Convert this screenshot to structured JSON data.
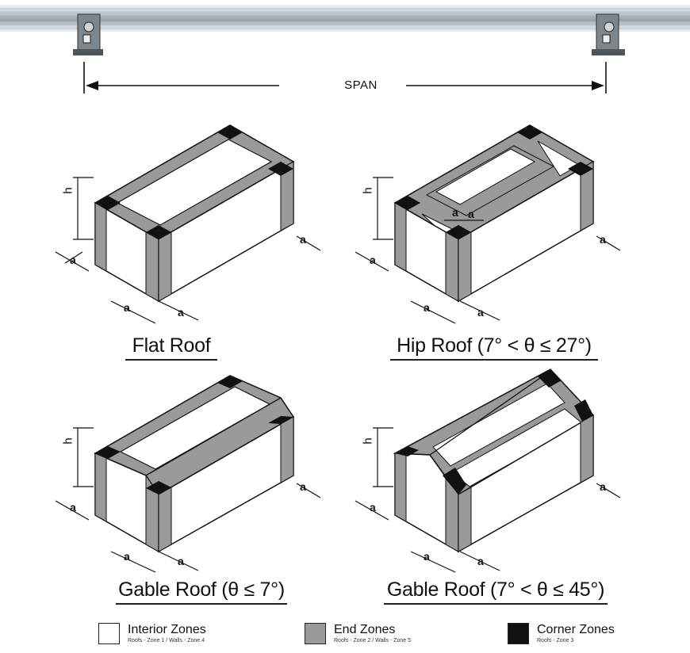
{
  "span": {
    "label": "SPAN"
  },
  "dimension_labels": {
    "height": "h",
    "zone_width": "a"
  },
  "captions": {
    "flat": "Flat Roof",
    "hip": "Hip Roof (7° < θ ≤ 27°)",
    "gable_low": "Gable Roof (θ ≤ 7°)",
    "gable_high": "Gable Roof (7° < θ ≤ 45°)"
  },
  "legend": [
    {
      "title": "Interior Zones",
      "subtitle": "Roofs - Zone 1 / Walls - Zone 4",
      "color": "#ffffff"
    },
    {
      "title": "End Zones",
      "subtitle": "Roofs - Zone 2 / Walls - Zone 5",
      "color": "#9a9a9a"
    },
    {
      "title": "Corner Zones",
      "subtitle": "Roofs - Zone 3",
      "color": "#111111"
    }
  ],
  "colors": {
    "end_zone": "#9a9a9a",
    "corner_zone": "#111111",
    "interior_zone": "#ffffff",
    "rail": "#b9c0c6"
  }
}
